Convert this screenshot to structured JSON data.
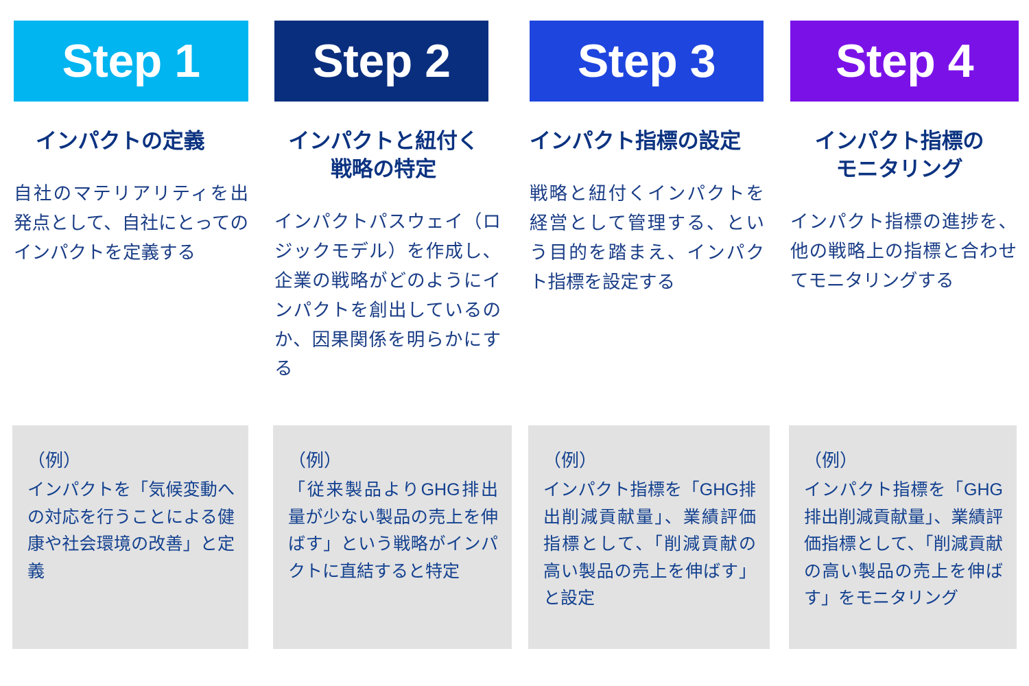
{
  "page": {
    "background_color": "#FFFFFF",
    "title_color": "#0C3381",
    "body_color": "#1A3D86",
    "example_box_color": "#E2E2E2",
    "example_text_color": "#12408F"
  },
  "steps": [
    {
      "badge": "Step 1",
      "badge_color": "#00B5F0",
      "title": "インパクトの定義",
      "description": "自社のマテリアリティを出発点として、自社にとってのインパクトを定義する",
      "example_label": "（例）",
      "example_text": "インパクトを「気候変動への対応を行うことによる健康や社会環境の改善」と定義"
    },
    {
      "badge": "Step 2",
      "badge_color": "#0A2E7E",
      "title": "インパクトと紐付く\n戦略の特定",
      "description": "インパクトパスウェイ（ロジックモデル）を作成し、企業の戦略がどのようにインパクトを創出しているのか、因果関係を明らかにする",
      "example_label": "（例）",
      "example_text": "「従来製品よりGHG排出量が少ない製品の売上を伸ばす」という戦略がインパクトに直結すると特定"
    },
    {
      "badge": "Step 3",
      "badge_color": "#1F45DF",
      "title": "インパクト指標の設定",
      "description": "戦略と紐付くインパクトを経営として管理する、という目的を踏まえ、インパクト指標を設定する",
      "example_label": "（例）",
      "example_text": "インパクト指標を「GHG排出削減貢献量」、業績評価指標として、「削減貢献の高い製品の売上を伸ばす」と設定"
    },
    {
      "badge": "Step 4",
      "badge_color": "#7A12E8",
      "title": "インパクト指標の\nモニタリング",
      "description": "インパクト指標の進捗を、他の戦略上の指標と合わせてモニタリングする",
      "example_label": "（例）",
      "example_text": "インパクト指標を「GHG排出削減貢献量」、業績評価指標として、「削減貢献の高い製品の売上を伸ばす」をモニタリング"
    }
  ]
}
